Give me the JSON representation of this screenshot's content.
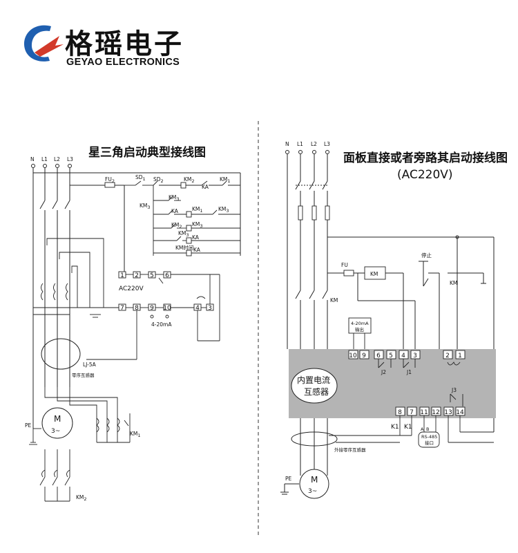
{
  "brand": {
    "name_cn": "格瑶电子",
    "name_en": "GEYAO ELECTRONICS",
    "logo_colors": {
      "blue": "#1f5fb0",
      "red": "#d23a2a"
    }
  },
  "left_diagram": {
    "title": "星三角启动典型接线图",
    "phases": [
      "N",
      "L1",
      "L2",
      "L3"
    ],
    "fuse": "FU",
    "fuse_sub": "2",
    "sd1": "SD",
    "sd1_sub": "1",
    "sd2": "SD",
    "sd2_sub": "2",
    "km": "KM",
    "km_sub1": "1",
    "km_sub2": "2",
    "km_sub3": "3",
    "ka": "KA",
    "km_time": "KM时间",
    "terminals_top": [
      "1",
      "2",
      "5",
      "6"
    ],
    "terminals_bottom": [
      "7",
      "8",
      "9",
      "10",
      "4",
      "3"
    ],
    "voltage": "AC220V",
    "output": "4-20mA",
    "ct_model": "LJ-5A",
    "ct_name": "零序互感器",
    "motor_m": "M",
    "motor_spec": "3~",
    "pe": "PE"
  },
  "right_diagram": {
    "title_line1": "面板直接或者旁路其启动接线图",
    "title_line2": "(AC220V)",
    "phases": [
      "N",
      "L1",
      "L2",
      "L3"
    ],
    "fuse": "FU",
    "km": "KM",
    "stop": "停止",
    "output_line1": "4-20mA",
    "output_line2": "输出",
    "top_terminals": [
      "10",
      "9",
      "6",
      "5",
      "4",
      "3",
      "2",
      "1"
    ],
    "bottom_terminals": [
      "8",
      "7",
      "11",
      "12",
      "13",
      "14"
    ],
    "j1": "J1",
    "j2": "J2",
    "j3": "J3",
    "internal_ct_line1": "内置电流",
    "internal_ct_line2": "互感器",
    "k1": "K1",
    "a": "A",
    "b": "B",
    "rs485_line1": "RS-485",
    "rs485_line2": "接口",
    "external_ct": "外接零序互感器",
    "motor_m": "M",
    "motor_spec": "3~",
    "pe": "PE",
    "panel_color": "#b4b4b4"
  }
}
